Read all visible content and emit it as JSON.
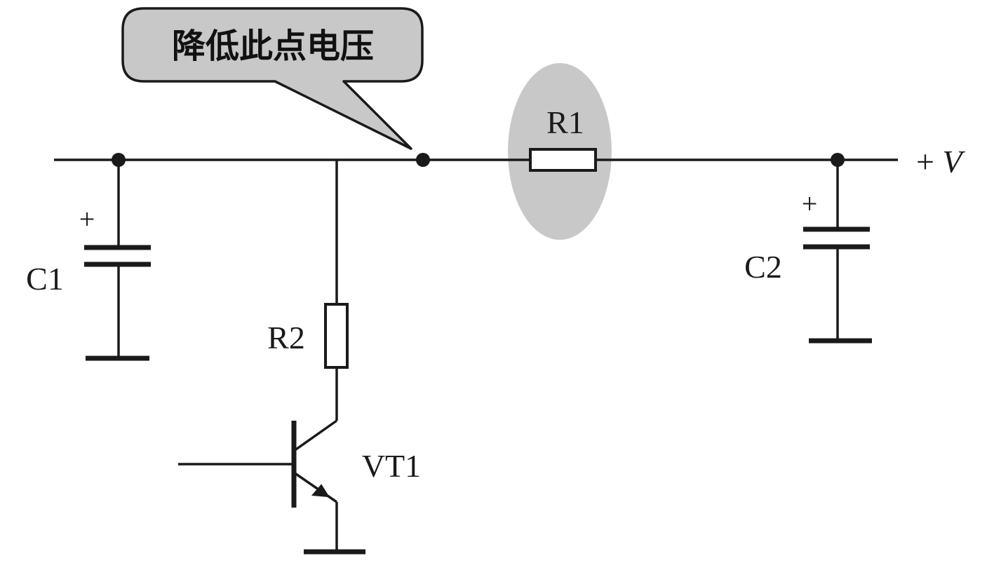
{
  "callout": {
    "text": "降低此点电压",
    "fill": "#c8c8c8"
  },
  "highlight": {
    "target": "R1",
    "fill": "#c8c8c8"
  },
  "components": {
    "r1": "R1",
    "r2": "R2",
    "c1": "C1",
    "c2": "C2",
    "vt1": "VT1"
  },
  "polarity": {
    "c1_plus": "+",
    "c2_plus": "+"
  },
  "supply": {
    "sign": "+",
    "symbol": "V"
  }
}
